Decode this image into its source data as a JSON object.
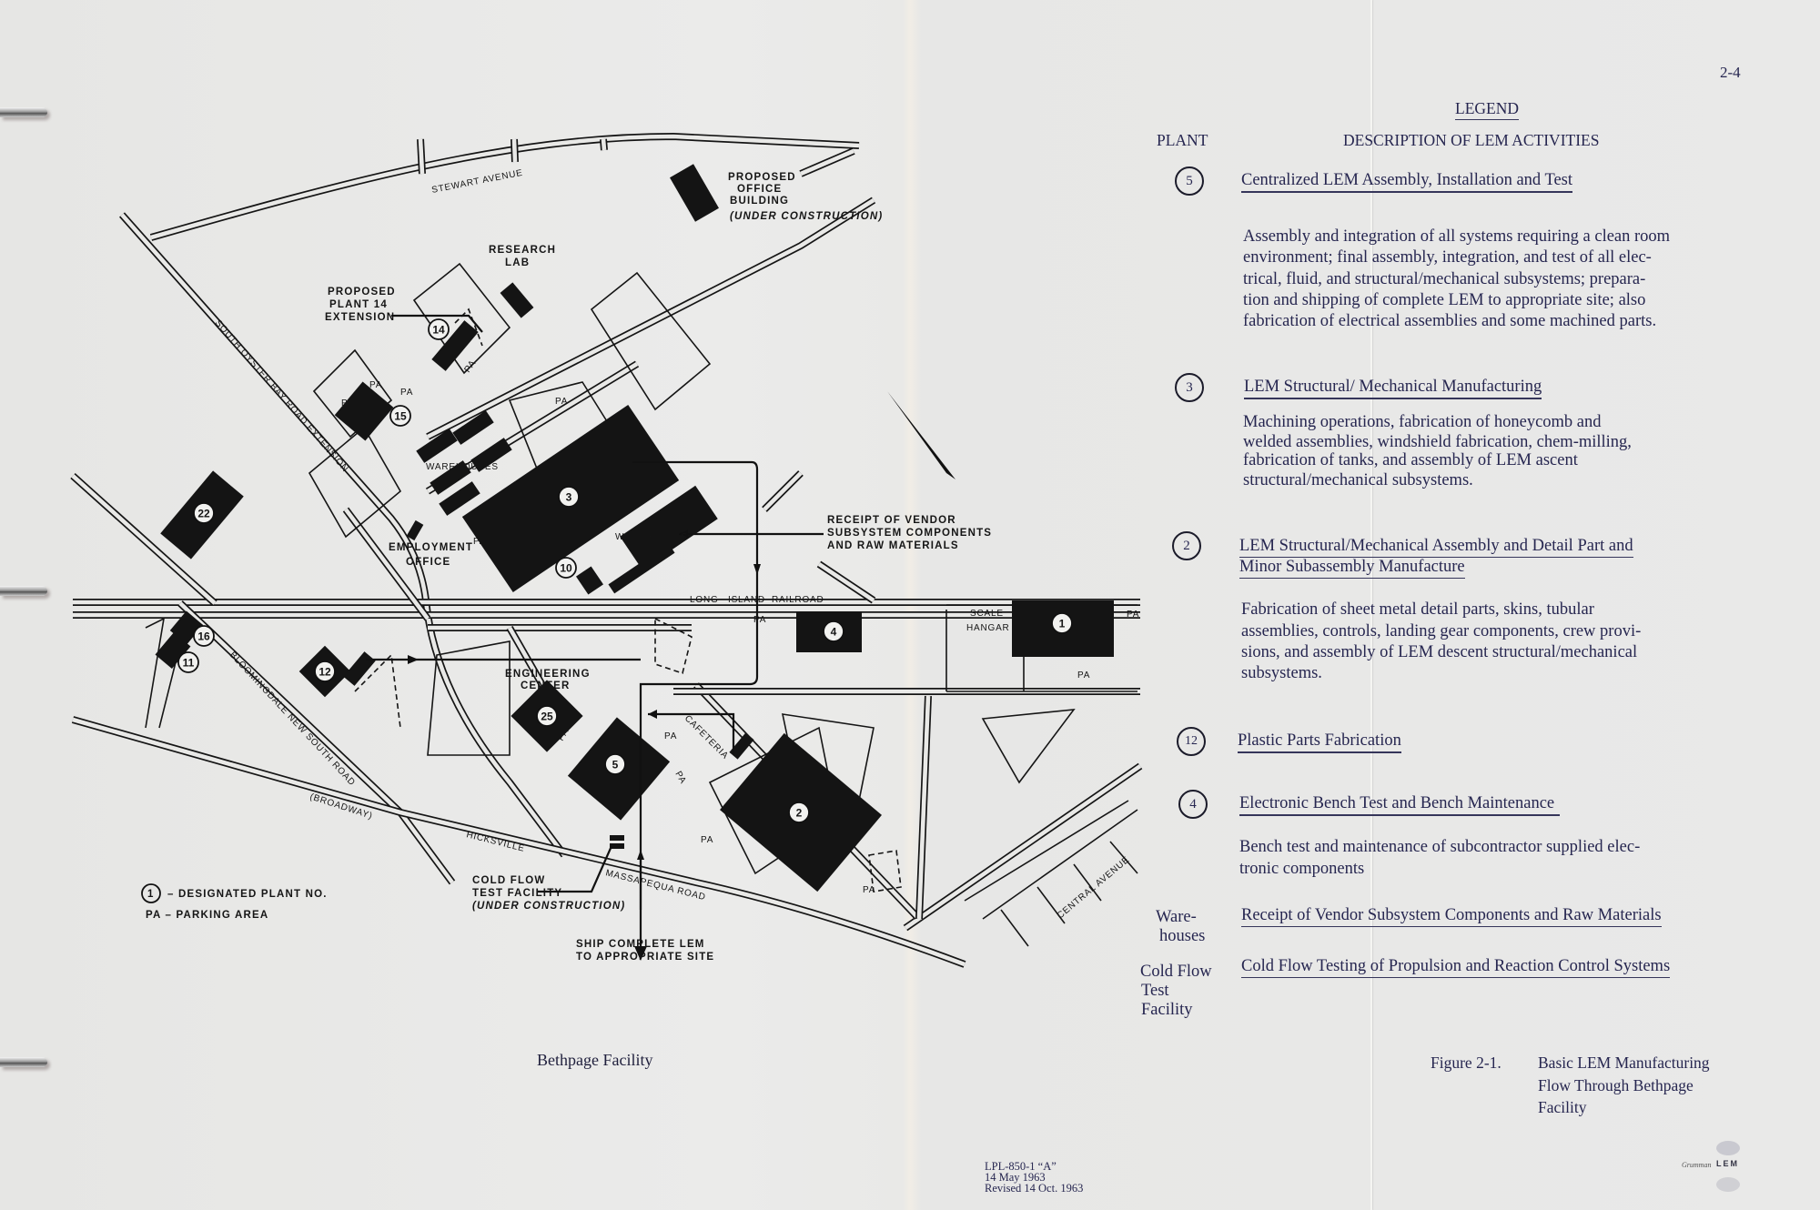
{
  "page_number": "2-4",
  "map_title": "Bethpage Facility",
  "map": {
    "roads": {
      "stewart": "STEWART AVENUE",
      "south_oyster": "SOUTH OYSTER BAY ROAD EXTENSION",
      "railroad": [
        "LONG",
        "ISLAND",
        "RAILROAD"
      ],
      "bloomingdale": "BLOOMINGDALE NEW SOUTH ROAD",
      "broadway": "(BROADWAY)",
      "hicksville": "HICKSVILLE",
      "massapequa": "MASSAPEQUA ROAD",
      "central": "CENTRAL AVENUE"
    },
    "proposed_office": [
      "PROPOSED",
      "OFFICE",
      "BUILDING",
      "(UNDER CONSTRUCTION)"
    ],
    "research_lab": [
      "RESEARCH",
      "LAB"
    ],
    "plant14_ext": [
      "PROPOSED",
      "PLANT 14",
      "EXTENSION"
    ],
    "warehouses": "WAREHOUSES",
    "employment_office": [
      "EMPLOYMENT",
      "OFFICE"
    ],
    "receipt": [
      "RECEIPT OF VENDOR",
      "SUBSYSTEM COMPONENTS",
      "AND RAW MATERIALS"
    ],
    "scale_hangar": [
      "SCALE",
      "HANGAR"
    ],
    "engineering_center": [
      "ENGINEERING",
      "CENTER"
    ],
    "cafeteria": "CAFETERIA",
    "cold_flow": [
      "COLD FLOW",
      "TEST FACILITY",
      "(UNDER CONSTRUCTION)"
    ],
    "ship": [
      "SHIP COMPLETE LEM",
      "TO APPROPRIATE SITE"
    ],
    "parking": "PA",
    "plants": [
      "1",
      "2",
      "3",
      "4",
      "5",
      "10",
      "11",
      "12",
      "14",
      "15",
      "16",
      "22",
      "25"
    ],
    "key": {
      "plant_symbol": "1",
      "plant_text": "– DESIGNATED PLANT NO.",
      "pa_text": "PA  –  PARKING AREA"
    }
  },
  "legend": {
    "title": "LEGEND",
    "col_plant": "PLANT",
    "col_desc": "DESCRIPTION OF LEM ACTIVITIES",
    "entries": [
      {
        "plant": "5",
        "heading": [
          "Centralized LEM Assembly,  Installation and Test"
        ],
        "desc": [
          "Assembly and integration of all systems requiring a clean room",
          "environment; final assembly, integration, and test of all elec-",
          "trical, fluid, and structural/mechanical subsystems; prepara-",
          "tion and shipping of complete LEM to appropriate site; also",
          "fabrication of electrical assemblies and some machined parts."
        ]
      },
      {
        "plant": "3",
        "heading": [
          "LEM Structural/ Mechanical Manufacturing"
        ],
        "desc": [
          "Machining operations, fabrication of honeycomb and",
          "welded assemblies, windshield fabrication, chem-milling,",
          "fabrication of tanks, and assembly of LEM ascent",
          "structural/mechanical subsystems."
        ]
      },
      {
        "plant": "2",
        "heading": [
          "LEM Structural/Mechanical Assembly and Detail Part and",
          "Minor Subassembly Manufacture"
        ],
        "desc": [
          "Fabrication of sheet metal detail parts, skins, tubular",
          "assemblies, controls, landing gear components, crew provi-",
          "sions, and assembly of LEM descent structural/mechanical",
          "subsystems."
        ]
      },
      {
        "plant": "12",
        "heading": [
          "Plastic Parts Fabrication"
        ],
        "desc": []
      },
      {
        "plant": "4",
        "heading": [
          "Electronic Bench Test and Bench Maintenance"
        ],
        "desc": [
          "Bench test and maintenance of subcontractor supplied elec-",
          "tronic components"
        ]
      },
      {
        "plant": [
          "Ware-",
          "houses"
        ],
        "heading": [
          "Receipt of Vendor Subsystem Components and Raw Materials"
        ],
        "desc": []
      },
      {
        "plant": [
          "Cold Flow",
          "Test",
          "Facility"
        ],
        "heading": [
          "Cold Flow Testing of Propulsion and Reaction Control Systems"
        ],
        "desc": []
      }
    ]
  },
  "figure_caption": {
    "label": "Figure 2-1.",
    "lines": [
      "Basic LEM Manufacturing",
      "Flow Through Bethpage",
      "Facility"
    ]
  },
  "footer": {
    "doc": "LPL-850-1 “A”",
    "date": "14 May 1963",
    "revised": "Revised 14 Oct. 1963"
  },
  "logo": {
    "signature": "Grumman",
    "text": "LEM"
  },
  "colors": {
    "ink": "#262650",
    "map": "#151515",
    "paper": "#e9e9e8"
  }
}
